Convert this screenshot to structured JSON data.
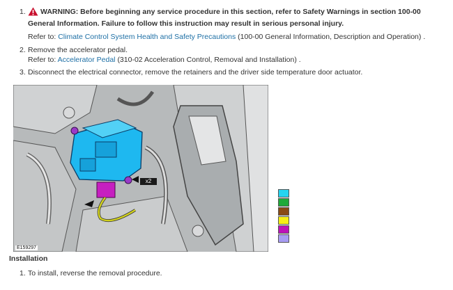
{
  "steps": [
    {
      "number": "1.",
      "warning_text": "WARNING: Before beginning any service procedure in this section, refer to Safety Warnings in section 100-00 General Information. Failure to follow this instruction may result in serious personal injury.",
      "refer_prefix": "Refer to:",
      "refer_link": "Climate Control System Health and Safety Precautions",
      "refer_suffix": "(100-00 General Information, Description and Operation)",
      "refer_end": "."
    },
    {
      "number": "2.",
      "text": "Remove the accelerator pedal.",
      "refer_prefix": "Refer to:",
      "refer_link": "Accelerator Pedal",
      "refer_suffix": "(310-02 Acceleration Control, Removal and Installation)",
      "refer_end": "."
    },
    {
      "number": "3.",
      "text": "Disconnect the electrical connector, remove the retainers and the driver side temperature door actuator."
    }
  ],
  "figure": {
    "code": "E159297",
    "callout": "x2"
  },
  "legend_colors": [
    "#26d4f0",
    "#1faa3a",
    "#8a4a16",
    "#f6ee16",
    "#bd12b8",
    "#a79cf2"
  ],
  "installation": {
    "heading": "Installation",
    "steps": [
      {
        "number": "1.",
        "text": "To install, reverse the removal procedure."
      }
    ]
  },
  "colors": {
    "link": "#1d6fa5",
    "warning_icon": "#c8102e",
    "actuator": "#1eb8f0",
    "connector": "#c61fc0",
    "retainer": "#9a3ac8",
    "wire": "#d2d21e"
  }
}
